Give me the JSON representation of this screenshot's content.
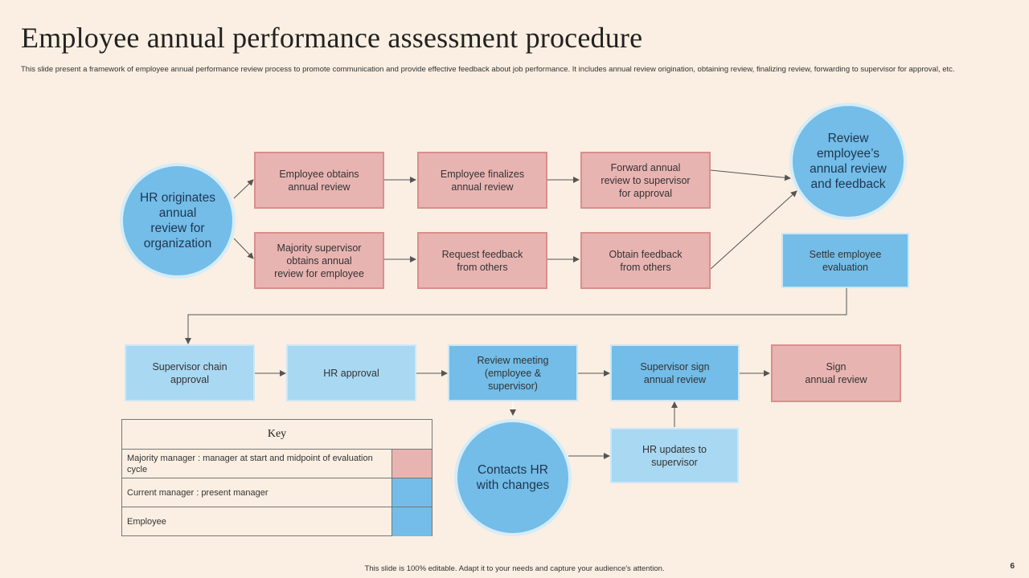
{
  "title": "Employee annual performance assessment procedure",
  "subtitle": "This slide present a  framework of employee annual performance review process  to promote communication  and provide effective feedback about job performance. It includes annual review origination, obtaining review, finalizing review, forwarding to supervisor for approval, etc.",
  "nodes": {
    "hr_originates": "HR originates\nannual\nreview for\norganization",
    "employee_obtains": "Employee obtains\nannual review",
    "employee_finalizes": "Employee finalizes\nannual review",
    "forward_annual": "Forward annual\nreview  to supervisor\nfor approval",
    "review_employee": "Review\nemployee’s\nannual review\nand feedback",
    "majority_supervisor": "Majority supervisor\nobtains annual\nreview  for employee",
    "request_feedback": "Request feedback\nfrom others",
    "obtain_feedback": "Obtain feedback\nfrom others",
    "settle_evaluation": "Settle employee\nevaluation",
    "supervisor_chain": "Supervisor  chain\napproval",
    "hr_approval": "HR approval",
    "review_meeting": "Review  meeting\n(employee  &\nsupervisor)",
    "supervisor_sign": "Supervisor  sign\nannual review",
    "sign_annual": "Sign\nannual review",
    "contacts_hr": "Contacts HR\nwith changes",
    "hr_updates": "HR updates to\nsupervisor"
  },
  "key": {
    "title": "Key",
    "rows": [
      {
        "text": "Majority manager : manager at start and midpoint of evaluation cycle",
        "color": "#e8b4b2"
      },
      {
        "text": "Current manager : present manager",
        "color": "#73bde8"
      },
      {
        "text": "Employee",
        "color": "#73bde8"
      }
    ]
  },
  "colors": {
    "pink": "#e8b4b2",
    "blue": "#73bde8",
    "light_blue": "#a9d8f2",
    "background": "#faefe2"
  },
  "footer": "This slide is 100% editable.  Adapt it to your needs and capture your audience's attention.",
  "page_number": "6"
}
